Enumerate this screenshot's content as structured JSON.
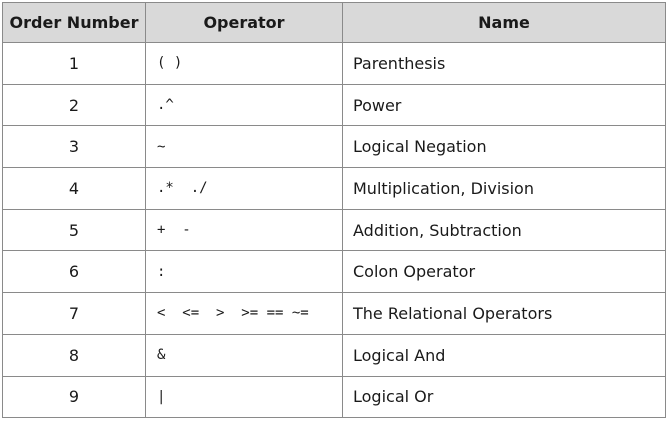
{
  "table": {
    "headers": [
      "Order Number",
      "Operator",
      "Name"
    ],
    "rows": [
      {
        "order": "1",
        "operator": "( )",
        "name": "Parenthesis"
      },
      {
        "order": "2",
        "operator": ".^",
        "name": "Power"
      },
      {
        "order": "3",
        "operator": "~",
        "name": "Logical Negation"
      },
      {
        "order": "4",
        "operator": ".*  ./",
        "name": "Multiplication, Division"
      },
      {
        "order": "5",
        "operator": "+  -",
        "name": "Addition, Subtraction"
      },
      {
        "order": "6",
        "operator": ":",
        "name": "Colon Operator"
      },
      {
        "order": "7",
        "operator": "<  <=  >  >= == ~=",
        "name": "The Relational Operators"
      },
      {
        "order": "8",
        "operator": "&",
        "name": "Logical And"
      },
      {
        "order": "9",
        "operator": "|",
        "name": "Logical Or"
      }
    ]
  }
}
